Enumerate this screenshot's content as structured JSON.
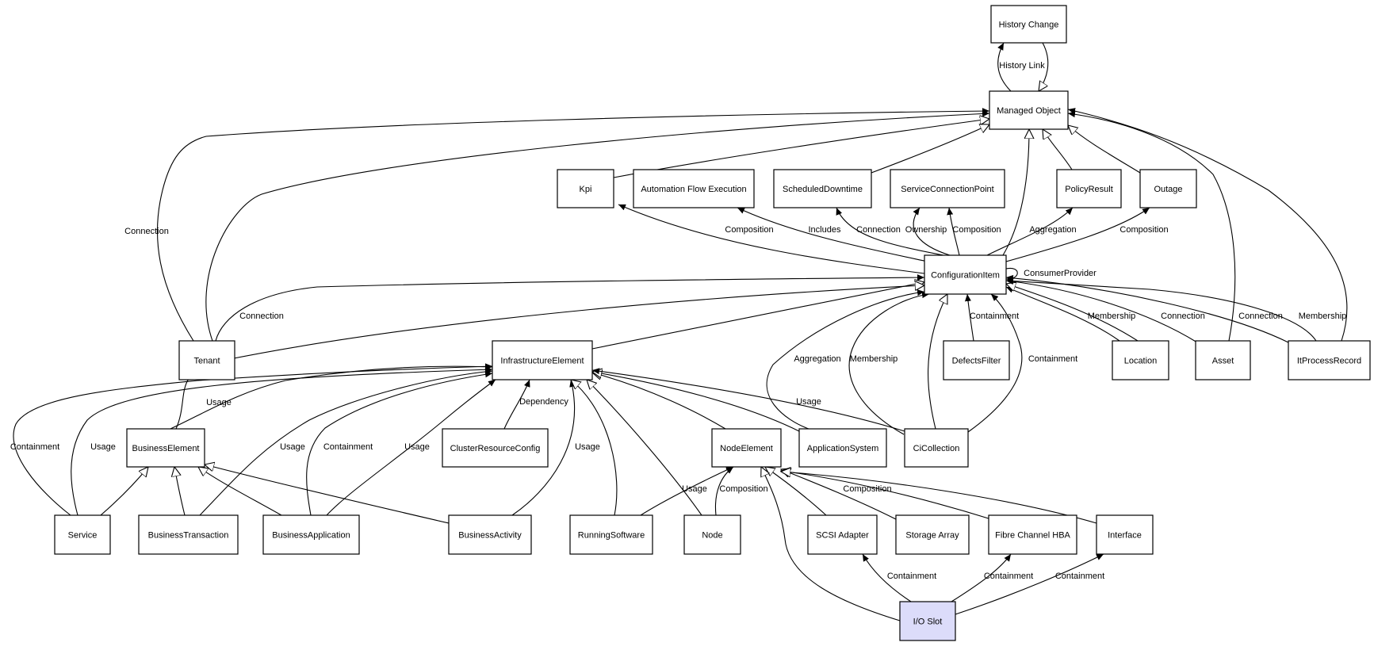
{
  "diagram": {
    "highlight_color": "#dcdcfa",
    "nodes": [
      {
        "id": "history",
        "label": "History Change"
      },
      {
        "id": "mo",
        "label": "Managed Object"
      },
      {
        "id": "kpi",
        "label": "Kpi"
      },
      {
        "id": "afe",
        "label": "Automation Flow Execution"
      },
      {
        "id": "sd",
        "label": "ScheduledDowntime"
      },
      {
        "id": "scp",
        "label": "ServiceConnectionPoint"
      },
      {
        "id": "pr",
        "label": "PolicyResult"
      },
      {
        "id": "outage",
        "label": "Outage"
      },
      {
        "id": "ci",
        "label": "ConfigurationItem"
      },
      {
        "id": "tenant",
        "label": "Tenant"
      },
      {
        "id": "infra",
        "label": "InfrastructureElement"
      },
      {
        "id": "df",
        "label": "DefectsFilter"
      },
      {
        "id": "loc",
        "label": "Location"
      },
      {
        "id": "asset",
        "label": "Asset"
      },
      {
        "id": "itpr",
        "label": "ItProcessRecord"
      },
      {
        "id": "be",
        "label": "BusinessElement"
      },
      {
        "id": "crc",
        "label": "ClusterResourceConfig"
      },
      {
        "id": "ne",
        "label": "NodeElement"
      },
      {
        "id": "as",
        "label": "ApplicationSystem"
      },
      {
        "id": "cic",
        "label": "CiCollection"
      },
      {
        "id": "svc",
        "label": "Service"
      },
      {
        "id": "bt",
        "label": "BusinessTransaction"
      },
      {
        "id": "ba",
        "label": "BusinessApplication"
      },
      {
        "id": "bact",
        "label": "BusinessActivity"
      },
      {
        "id": "rs",
        "label": "RunningSoftware"
      },
      {
        "id": "node",
        "label": "Node"
      },
      {
        "id": "scsi",
        "label": "SCSI Adapter"
      },
      {
        "id": "sa",
        "label": "Storage Array"
      },
      {
        "id": "fc",
        "label": "Fibre Channel HBA"
      },
      {
        "id": "iface",
        "label": "Interface"
      },
      {
        "id": "io",
        "label": "I/O Slot",
        "highlight": true
      }
    ],
    "edges": [
      {
        "id": "e-mo-history",
        "label": "History Link",
        "style": "arrow"
      },
      {
        "id": "e-history-mo",
        "label": "",
        "style": "inherit"
      },
      {
        "id": "e-tenant-mo",
        "label": "Connection",
        "style": "arrow"
      },
      {
        "id": "e-tenant-mo2",
        "label": "",
        "style": "arrow"
      },
      {
        "id": "e-kpi-mo",
        "label": "",
        "style": "inherit"
      },
      {
        "id": "e-sd-mo",
        "label": "",
        "style": "inherit"
      },
      {
        "id": "e-ci-mo",
        "label": "",
        "style": "inherit"
      },
      {
        "id": "e-pr-mo",
        "label": "",
        "style": "inherit"
      },
      {
        "id": "e-outage-mo",
        "label": "",
        "style": "inherit"
      },
      {
        "id": "e-asset-mo",
        "label": "",
        "style": "arrow"
      },
      {
        "id": "e-itpr-mo",
        "label": "",
        "style": "arrow"
      },
      {
        "id": "e-ci-kpi",
        "label": "Composition",
        "style": "arrow"
      },
      {
        "id": "e-ci-afe",
        "label": "Includes",
        "style": "arrow"
      },
      {
        "id": "e-ci-sd",
        "label": "Connection",
        "style": "arrow"
      },
      {
        "id": "e-ci-scp-own",
        "label": "Ownership",
        "style": "arrow"
      },
      {
        "id": "e-ci-scp-comp",
        "label": "Composition",
        "style": "arrow"
      },
      {
        "id": "e-ci-pr",
        "label": "Aggregation",
        "style": "arrow"
      },
      {
        "id": "e-ci-outage",
        "label": "Composition",
        "style": "arrow"
      },
      {
        "id": "e-ci-self",
        "label": "ConsumerProvider",
        "style": "arrow"
      },
      {
        "id": "e-tenant-ci",
        "label": "Connection",
        "style": "arrow"
      },
      {
        "id": "e-infra-ci",
        "label": "",
        "style": "inherit"
      },
      {
        "id": "e-be-ci",
        "label": "",
        "style": "inherit"
      },
      {
        "id": "e-df-ci",
        "label": "Containment",
        "style": "arrow"
      },
      {
        "id": "e-loc-ci-mem",
        "label": "Membership",
        "style": "arrow"
      },
      {
        "id": "e-loc-ci",
        "label": "",
        "style": "inherit"
      },
      {
        "id": "e-asset-ci-conn",
        "label": "Connection",
        "style": "arrow"
      },
      {
        "id": "e-itpr-ci-conn",
        "label": "Connection",
        "style": "arrow"
      },
      {
        "id": "e-itpr-ci-mem",
        "label": "Membership",
        "style": "arrow"
      },
      {
        "id": "e-as-ci",
        "label": "Aggregation",
        "style": "arrow"
      },
      {
        "id": "e-cic-ci-mem",
        "label": "Membership",
        "style": "arrow"
      },
      {
        "id": "e-cic-ci-inh",
        "label": "",
        "style": "inherit"
      },
      {
        "id": "e-cic-ci-cont",
        "label": "Containment",
        "style": "arrow"
      },
      {
        "id": "e-be-infra",
        "label": "Usage",
        "style": "arrow"
      },
      {
        "id": "e-svc-infra-cont",
        "label": "Containment",
        "style": "arrow"
      },
      {
        "id": "e-svc-infra-usage",
        "label": "Usage",
        "style": "arrow"
      },
      {
        "id": "e-bt-infra",
        "label": "Usage",
        "style": "arrow"
      },
      {
        "id": "e-ba-infra-cont",
        "label": "Containment",
        "style": "arrow"
      },
      {
        "id": "e-ba-infra-usage",
        "label": "Usage",
        "style": "arrow"
      },
      {
        "id": "e-crc-infra",
        "label": "Dependency",
        "style": "arrow"
      },
      {
        "id": "e-bact-infra",
        "label": "Usage",
        "style": "arrow"
      },
      {
        "id": "e-rs-infra",
        "label": "",
        "style": "inherit"
      },
      {
        "id": "e-node-infra",
        "label": "",
        "style": "inherit"
      },
      {
        "id": "e-ne-infra",
        "label": "",
        "style": "inherit"
      },
      {
        "id": "e-as-infra",
        "label": "",
        "style": "inherit"
      },
      {
        "id": "e-cic-infra",
        "label": "Usage",
        "style": "arrow"
      },
      {
        "id": "e-svc-be",
        "label": "",
        "style": "inherit"
      },
      {
        "id": "e-bt-be",
        "label": "",
        "style": "inherit"
      },
      {
        "id": "e-ba-be",
        "label": "",
        "style": "inherit"
      },
      {
        "id": "e-bact-be",
        "label": "",
        "style": "inherit"
      },
      {
        "id": "e-rs-ne",
        "label": "Usage",
        "style": "arrow"
      },
      {
        "id": "e-node-ne",
        "label": "Composition",
        "style": "arrow"
      },
      {
        "id": "e-scsi-ne",
        "label": "",
        "style": "inherit"
      },
      {
        "id": "e-sa-ne",
        "label": "Composition",
        "style": "inherit"
      },
      {
        "id": "e-fc-ne",
        "label": "",
        "style": "inherit"
      },
      {
        "id": "e-iface-ne",
        "label": "",
        "style": "inherit"
      },
      {
        "id": "e-io-ne",
        "label": "",
        "style": "inherit"
      },
      {
        "id": "e-io-scsi",
        "label": "Containment",
        "style": "arrow"
      },
      {
        "id": "e-io-fc",
        "label": "Containment",
        "style": "arrow"
      },
      {
        "id": "e-io-iface",
        "label": "Containment",
        "style": "arrow"
      }
    ]
  }
}
